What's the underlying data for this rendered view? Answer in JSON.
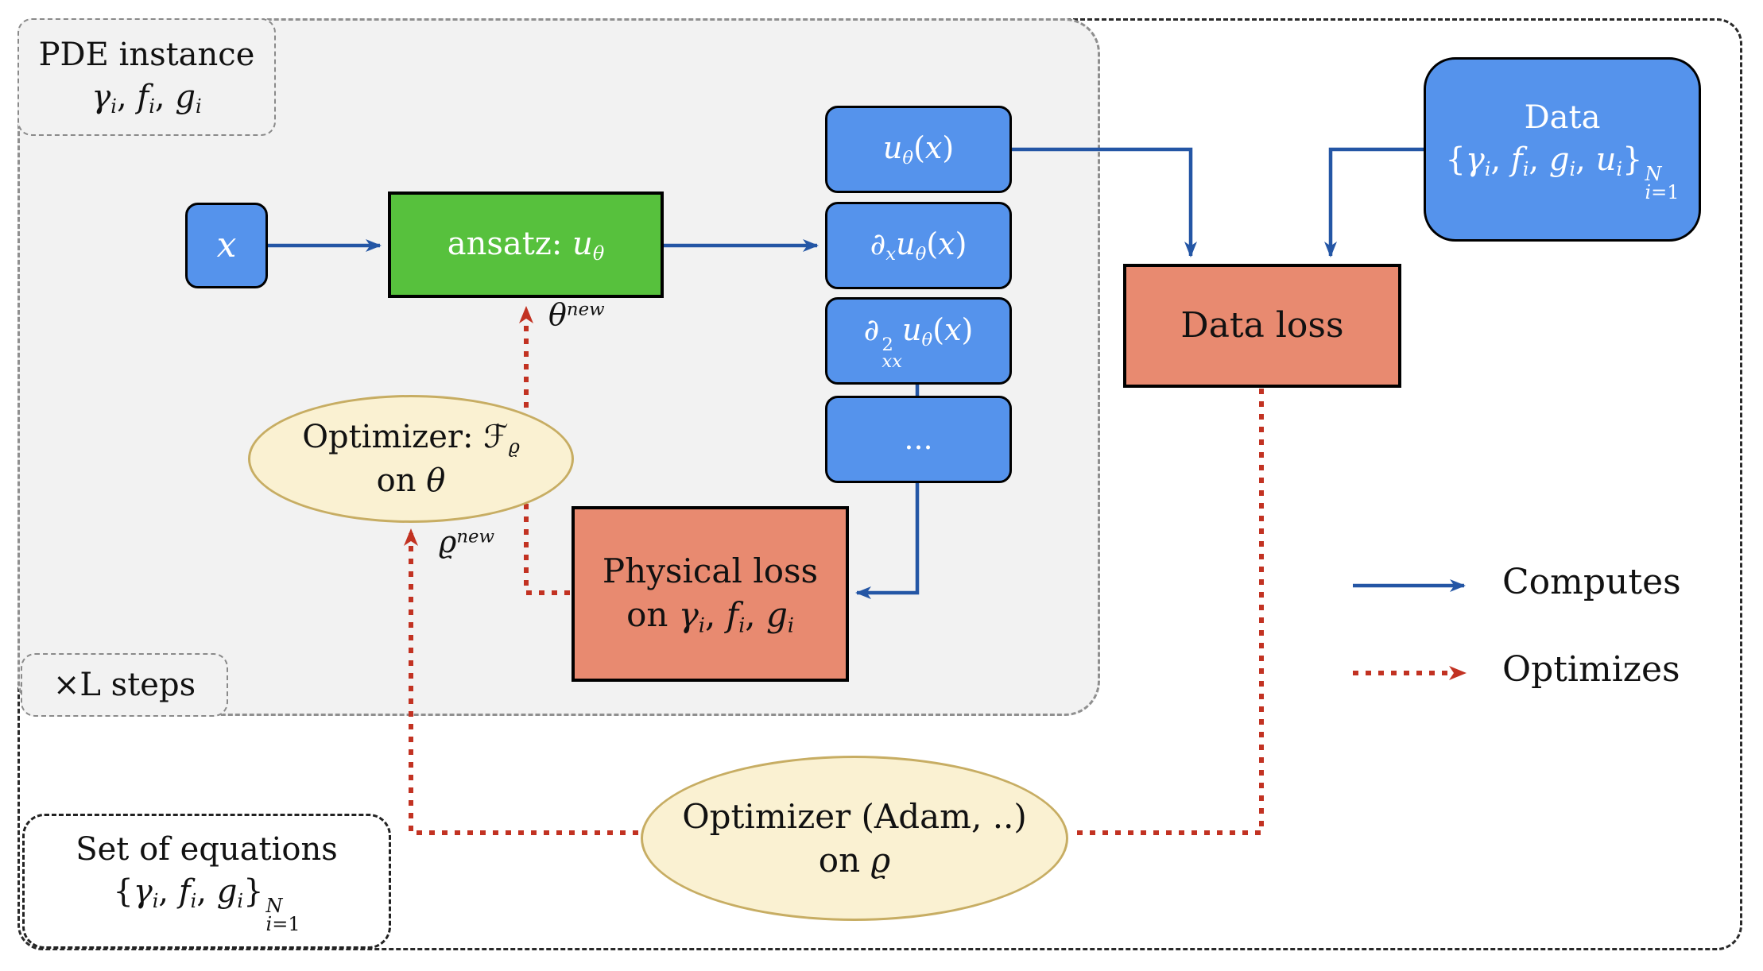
{
  "colors": {
    "blue_fill": "#5593ec",
    "green_fill": "#57c13d",
    "salmon_fill": "#e88a70",
    "cream_fill": "#faf1d2",
    "cream_border": "#c7ad63",
    "compute_arrow": "#2456a5",
    "optimize_arrow": "#c23222",
    "inner_bg": "#f2f2f2"
  },
  "nodes": {
    "pde_instance": {
      "line1": "PDE instance",
      "line2_html": "<i>γ</i><sub><i>i</i></sub>, <i>f</i><sub><i>i</i></sub>, <i>g</i><sub><i>i</i></sub>"
    },
    "x_input": {
      "label_html": "<i>x</i>"
    },
    "ansatz": {
      "label_html": "ansatz: <i>u</i><sub><i>θ</i></sub>"
    },
    "outputs": [
      {
        "label_html": "<i>u</i><sub><i>θ</i></sub>(<i>x</i>)"
      },
      {
        "label_html": "<i>∂</i><sub><i>x</i></sub><i>u</i><sub><i>θ</i></sub>(<i>x</i>)"
      },
      {
        "label_html": "<i>∂</i><span class=\"ss\"><span>2</span><span><i>xx</i></span></span><i>u</i><sub><i>θ</i></sub>(<i>x</i>)"
      },
      {
        "label_html": "..."
      }
    ],
    "data": {
      "line1": "Data",
      "line2_html": "{<i>γ</i><sub><i>i</i></sub>, <i>f</i><sub><i>i</i></sub>, <i>g</i><sub><i>i</i></sub>, <i>u</i><sub><i>i</i></sub>}<span class=\"ss\"><span><i>N</i></span><span><i>i</i>=1</span></span>"
    },
    "data_loss": {
      "label": "Data loss"
    },
    "physical_loss": {
      "line1": "Physical loss",
      "line2_html": "on <i>γ</i><sub><i>i</i></sub>, <i>f</i><sub><i>i</i></sub>, <i>g</i><sub><i>i</i></sub>"
    },
    "optimizer_theta": {
      "line1_html": "Optimizer: <span class=\"scriptF\">ℱ</span><sub><i>ϱ</i></sub>",
      "line2_html": "on <i>θ</i>"
    },
    "optimizer_rho": {
      "line1": "Optimizer (Adam, ..)",
      "line2_html": "on <i>ϱ</i>"
    },
    "steps": {
      "label": "×L steps"
    },
    "set_of_equations": {
      "line1": "Set of equations",
      "line2_html": "{<i>γ</i><sub><i>i</i></sub>, <i>f</i><sub><i>i</i></sub>, <i>g</i><sub><i>i</i></sub>}<span class=\"ss\"><span><i>N</i></span><span><i>i</i>=1</span></span>"
    }
  },
  "annotations": {
    "theta_new_html": "<i>θ</i><sup><i>new</i></sup>",
    "rho_new_html": "<i>ϱ</i><sup><i>new</i></sup>"
  },
  "legend": {
    "computes": "Computes",
    "optimizes": "Optimizes"
  }
}
